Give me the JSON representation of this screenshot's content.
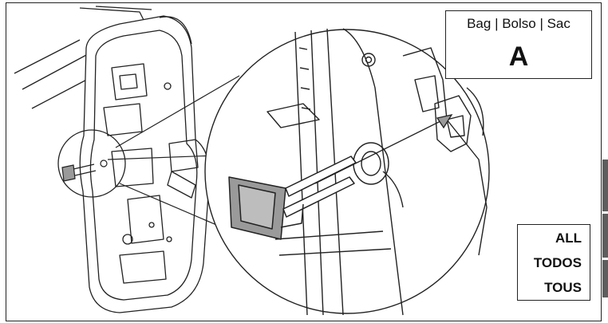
{
  "bag_box": {
    "label": "Bag | Bolso | Sac",
    "letter": "A"
  },
  "applies_to": {
    "line1": "ALL",
    "line2": "TODOS",
    "line3": "TOUS"
  },
  "colors": {
    "outline": "#222222",
    "part_gray": "#9a9a9a",
    "side_tab": "#5e5e5e",
    "background": "#ffffff"
  }
}
